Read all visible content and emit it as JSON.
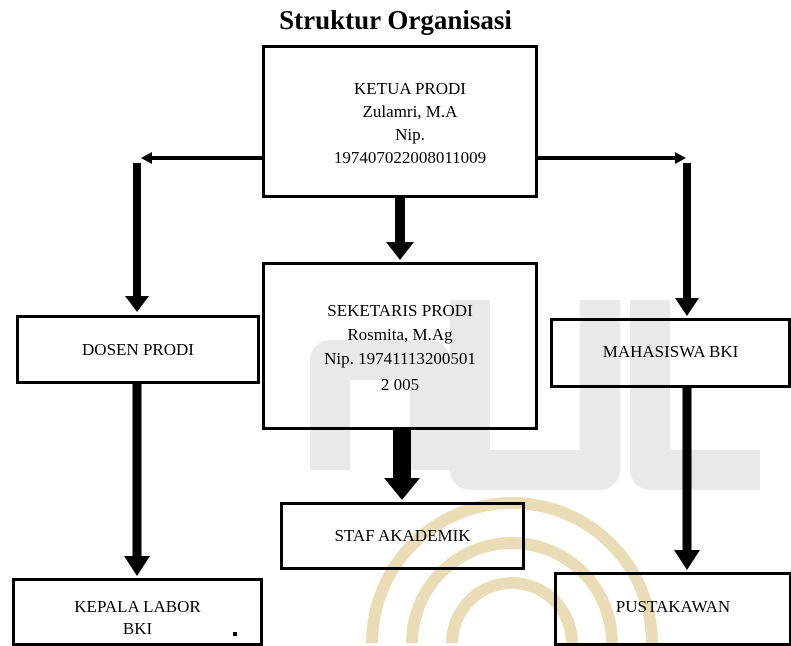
{
  "title": "Struktur Organisasi",
  "colors": {
    "line": "#000000",
    "watermark_gray": "#e9e9e9",
    "watermark_gold": "#eadcb6"
  },
  "nodes": {
    "ketua": {
      "lines": [
        "KETUA PRODI",
        "Zulamri, M.A",
        "Nip.",
        "197407022008011009"
      ]
    },
    "seketaris": {
      "lines": [
        "SEKETARIS PRODI",
        "Rosmita, M.Ag",
        "Nip. 19741113200501",
        "2 005"
      ]
    },
    "dosen": {
      "label": "DOSEN PRODI"
    },
    "mahasiswa": {
      "label": "MAHASISWA BKI"
    },
    "staf": {
      "label": "STAF AKADEMIK"
    },
    "kepala_labor": {
      "lines": [
        "KEPALA LABOR",
        "BKI"
      ]
    },
    "pustakawan": {
      "label": "PUSTAKAWAN"
    }
  },
  "icons": {
    "background": "university-logo-watermark"
  }
}
